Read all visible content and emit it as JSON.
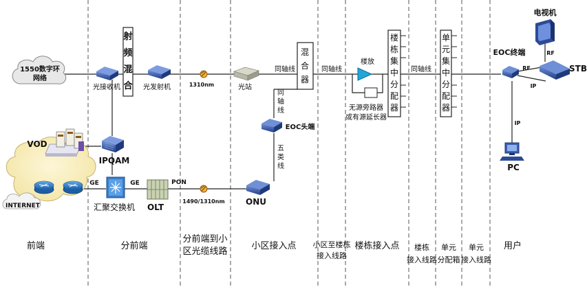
{
  "nodes": {
    "net1550": [
      "1550数字环",
      "网络"
    ],
    "opt_rx": "光接收机",
    "rf_mix": [
      "射",
      "频",
      "混",
      "合"
    ],
    "opt_tx": "光发射机",
    "wl_1310": "1310nm",
    "opt_station": "光站",
    "coax_a": "同轴线",
    "mixer": [
      "混",
      "合",
      "器"
    ],
    "coax_b": "同轴线",
    "amp": "楼放",
    "coax_vert": [
      "同",
      "轴",
      "线"
    ],
    "eoc_head": "EOC头端",
    "cat5": [
      "五",
      "类",
      "线"
    ],
    "passive": [
      "无源旁路器",
      "或有源延长器"
    ],
    "bldg_dist": [
      "楼",
      "栋",
      "集",
      "中",
      "分",
      "配",
      "器"
    ],
    "coax_c": "同轴线",
    "unit_dist": [
      "单",
      "元",
      "集",
      "中",
      "分",
      "配",
      "器"
    ],
    "tv": "电视机",
    "rf_top": "RF",
    "eoc_term": "EOC终端",
    "rf_mid": "RF",
    "stb": "STB",
    "ip_right": "IP",
    "ip_down": "IP",
    "pc": "PC",
    "vod": "VOD",
    "ipqam": "IPQAM",
    "ge_left": "GE",
    "ge_right": "GE",
    "pon": "PON",
    "internet": "INTERNET",
    "agg_switch": "汇聚交换机",
    "olt": "OLT",
    "wl_1490": "1490/1310nm",
    "onu": "ONU"
  },
  "columns": {
    "headend": "前端",
    "sub_headend": "分前端",
    "trunk": [
      "分前端到小",
      "区光缆线路"
    ],
    "community_access": "小区接入点",
    "community_to_bldg": [
      "小区至楼栋",
      "接入线路"
    ],
    "bldg_access": "楼栋接入点",
    "bldg_line": [
      "楼栋",
      "接入线路"
    ],
    "unit_box": [
      "单元",
      "分配箱"
    ],
    "unit_line": [
      "单元",
      "接入线路"
    ],
    "user": "用户"
  },
  "colors": {
    "device_blue": "#2b4d96",
    "device_blue_light": "#5b7ec8",
    "amp_cyan": "#1fa7d8",
    "cloud": "#e9e9e9",
    "olt_green": "#c9d2b3",
    "divider": "#555555"
  }
}
